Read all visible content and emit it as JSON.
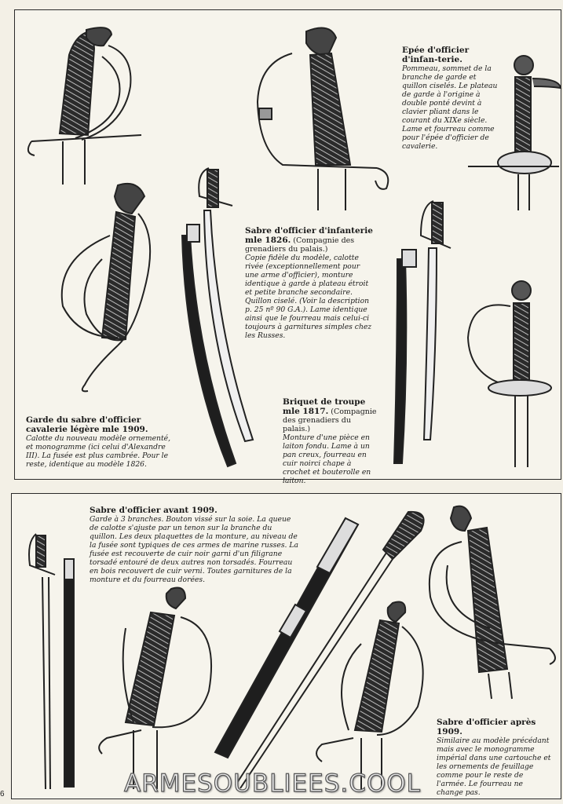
{
  "top_section": {
    "epee": {
      "title": "Epée d'officier d'infan-terie.",
      "body": "Pommeau, sommet de la branche de garde et quillon ciselés. Le plateau de garde à l'origine à double ponté devint à clavier pliant dans le courant du XIXe siècle. Lame et fourreau comme pour l'épée d'officier de cavalerie."
    },
    "sabre_1826": {
      "title": "Sabre d'officier d'infanterie mle 1826.",
      "subtitle": "(Compagnie des grenadiers du palais.)",
      "body": "Copie fidèle du modèle, calotte rivée (exceptionnellement pour une arme d'officier), monture identique à garde à plateau étroit et petite branche secondaire. Quillon ciselé. (Voir la description p. 25 nº 90 G.A.). Lame identique ainsi que le fourreau mais celui-ci toujours à garnitures simples chez les Russes."
    },
    "garde_1909": {
      "title": "Garde du sabre d'officier cavalerie légère mle 1909.",
      "body": "Calotte du nouveau modèle ornementé, et monogramme (ici celui d'Alexandre III). La fusée est plus cambrée. Pour le reste, identique au modèle 1826."
    },
    "briquet_1817": {
      "title": "Briquet de troupe mle 1817.",
      "subtitle": "(Compagnie des grenadiers du palais.)",
      "body": "Monture d'une pièce en laiton fondu. Lame à un pan creux, fourreau en cuir noirci chape à crochet et bouterolle en laiton."
    }
  },
  "bottom_section": {
    "avant_1909": {
      "title": "Sabre d'officier avant 1909.",
      "body": "Garde à 3 branches. Bouton vissé sur la soie. La queue de calotte s'ajuste par un tenon sur la branche du quillon. Les deux plaquettes de la monture, au niveau de la fusée sont typiques de ces armes de marine russes. La fusée est recouverte de cuir noir garni d'un filigrane torsadé entouré de deux autres non torsadés. Fourreau en bois recouvert de cuir verni. Toutes garnitures de la monture et du fourreau dorées."
    },
    "apres_1909": {
      "title": "Sabre d'officier après 1909.",
      "body": "Similaire au modèle précédant mais avec le monogramme impérial dans une cartouche et les ornements de feuillage comme pour le reste de l'armée. Le fourreau ne change pas."
    }
  },
  "watermark": "ARMESOUBLIEES.COOL",
  "page_number": "6"
}
